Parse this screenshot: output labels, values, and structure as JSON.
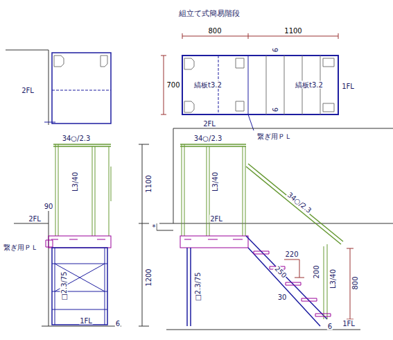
{
  "diagram": {
    "title": "組立て式簡易階段",
    "labels": [
      "800",
      "1100",
      "700",
      "縞板t3.2",
      "縞板t3.2",
      "1FL",
      "6",
      "6",
      "2FL",
      "2FL",
      "繋ぎ用ＰＬ",
      "34○/2.3",
      "L3/40",
      "2FL",
      "90",
      "繋ぎ用ＰＬ",
      "□2.3/75",
      "1FL",
      "6",
      "34○/2.3",
      "L3/40",
      "1100",
      "*",
      "1200",
      "2FL",
      "34○/2.3",
      "220",
      "200",
      "250",
      "30",
      "L3/40",
      "800",
      "□2.3/75",
      "1FL",
      "6"
    ]
  }
}
